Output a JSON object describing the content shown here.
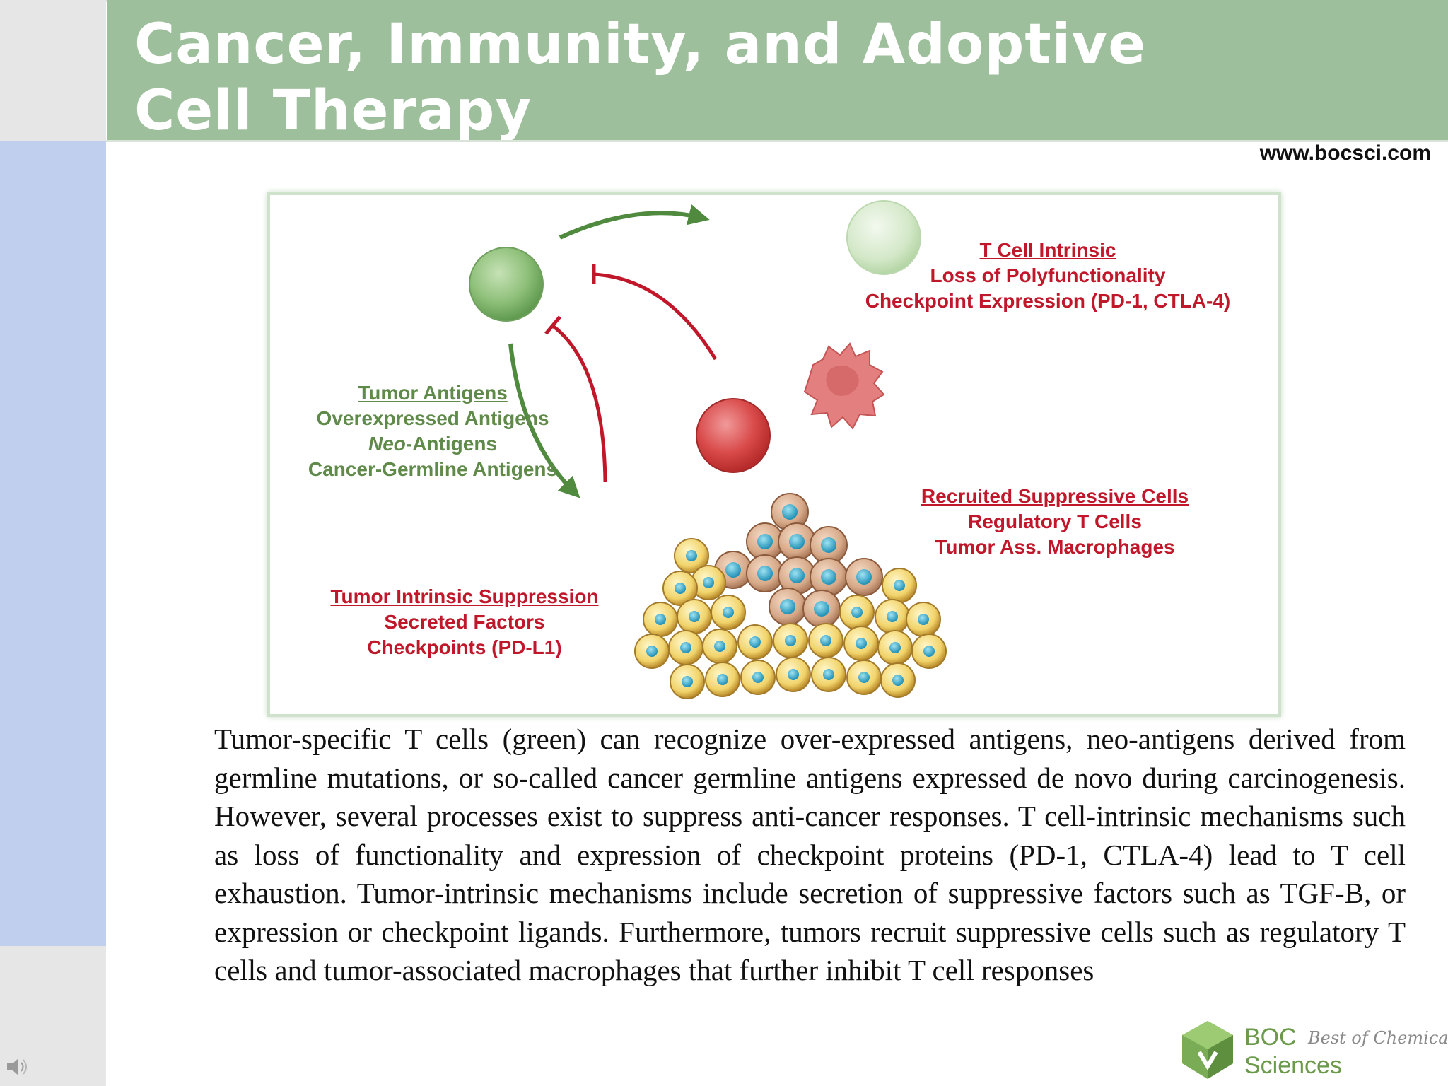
{
  "slide": {
    "title_line1": "Cancer, Immunity, and Adoptive",
    "title_line2": "Cell Therapy",
    "website": "www.bocsci.com",
    "colors": {
      "title_band": "#9dbf9b",
      "sidebar_blue": "#c0cfee",
      "green_text": "#5f8a4a",
      "red_text": "#c0182a"
    }
  },
  "figure": {
    "t_cell_intrinsic": {
      "heading": "T Cell Intrinsic",
      "line1": "Loss of Polyfunctionality",
      "line2": "Checkpoint Expression (PD-1, CTLA-4)"
    },
    "tumor_antigens": {
      "heading": "Tumor Antigens",
      "line1": "Overexpressed Antigens",
      "line2_italic": "Neo",
      "line2_rest": "-Antigens",
      "line3": "Cancer-Germline Antigens"
    },
    "recruited_cells": {
      "heading": "Recruited Suppressive Cells",
      "line1": "Regulatory T Cells",
      "line2": "Tumor Ass. Macrophages"
    },
    "tumor_intrinsic": {
      "heading": "Tumor Intrinsic Suppression",
      "line1": "Secreted Factors",
      "line2": "Checkpoints (PD-L1)"
    }
  },
  "description": "Tumor-specific T cells (green) can recognize over-expressed antigens, neo-antigens derived from germline mutations, or so-called cancer germline antigens expressed de novo during carcinogenesis. However, several processes exist to suppress anti-cancer responses. T cell-intrinsic mechanisms such as loss of functionality and expression of checkpoint proteins (PD-1, CTLA-4) lead to T cell exhaustion. Tumor-intrinsic mechanisms include secretion of suppressive factors such as TGF-B, or expression or checkpoint ligands. Furthermore, tumors recruit suppressive cells such as regulatory T cells and tumor-associated macrophages that further inhibit T cell responses",
  "logo": {
    "brand_top": "BOC",
    "brand_bottom": "Sciences",
    "tagline": "Best of Chemicals"
  },
  "icons": {
    "speaker": "speaker-icon",
    "logo": "boc-logo-icon"
  }
}
